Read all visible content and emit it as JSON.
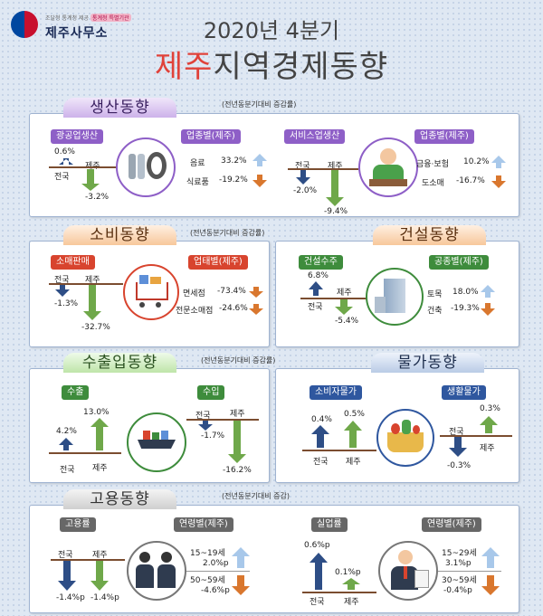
{
  "logo": {
    "ministry": "조달청 통계청 제공",
    "badge": "통계청 특별기관",
    "office": "제주사무소"
  },
  "title": {
    "line1": "2020년 4분기",
    "region": "제주",
    "rest": "지역경제동향"
  },
  "note_yoy": "(전년동분기대비 증감률)",
  "note_yoy2": "(전년동분기대비 증감)",
  "production": {
    "title": "생산동향",
    "mining": {
      "label": "광공업생산",
      "national_label": "전국",
      "jeju_label": "제주",
      "national": "0.6%",
      "jeju": "-3.2%"
    },
    "mining_ind": {
      "label": "업종별(제주)",
      "items": [
        {
          "name": "음료",
          "value": "33.2%"
        },
        {
          "name": "식료품",
          "value": "-19.2%"
        }
      ]
    },
    "service": {
      "label": "서비스업생산",
      "national_label": "전국",
      "jeju_label": "제주",
      "national": "-2.0%",
      "jeju": "-9.4%"
    },
    "service_ind": {
      "label": "업종별(제주)",
      "items": [
        {
          "name": "금융·보험",
          "value": "10.2%"
        },
        {
          "name": "도소매",
          "value": "-16.7%"
        }
      ]
    }
  },
  "consumption": {
    "title": "소비동향",
    "retail": {
      "label": "소매판매",
      "national_label": "전국",
      "jeju_label": "제주",
      "national": "-1.3%",
      "jeju": "-32.7%"
    },
    "retail_ind": {
      "label": "업태별(제주)",
      "items": [
        {
          "name": "면세점",
          "value": "-73.4%"
        },
        {
          "name": "전문소매점",
          "value": "-24.6%"
        }
      ]
    }
  },
  "construction": {
    "title": "건설동향",
    "orders": {
      "label": "건설수주",
      "national_label": "전국",
      "jeju_label": "제주",
      "national": "6.8%",
      "jeju": "-5.4%"
    },
    "orders_ind": {
      "label": "공종별(제주)",
      "items": [
        {
          "name": "토목",
          "value": "18.0%"
        },
        {
          "name": "건축",
          "value": "-19.3%"
        }
      ]
    }
  },
  "trade": {
    "title": "수출입동향",
    "export": {
      "label": "수출",
      "national_label": "전국",
      "jeju_label": "제주",
      "national": "4.2%",
      "jeju": "13.0%"
    },
    "import": {
      "label": "수입",
      "national_label": "전국",
      "jeju_label": "제주",
      "national": "-1.7%",
      "jeju": "-16.2%"
    }
  },
  "prices": {
    "title": "물가동향",
    "cpi": {
      "label": "소비자물가",
      "national_label": "전국",
      "jeju_label": "제주",
      "national": "0.4%",
      "jeju": "0.5%"
    },
    "living": {
      "label": "생활물가",
      "national_label": "전국",
      "jeju_label": "제주",
      "national": "-0.3%",
      "jeju": "0.3%"
    }
  },
  "employment": {
    "title": "고용동향",
    "rate": {
      "label": "고용률",
      "national_label": "전국",
      "jeju_label": "제주",
      "national": "-1.4%p",
      "jeju": "-1.4%p"
    },
    "rate_age": {
      "label": "연령별(제주)",
      "items": [
        {
          "name": "15~19세",
          "value": "2.0%p"
        },
        {
          "name": "50~59세",
          "value": "-4.6%p"
        }
      ]
    },
    "unemp": {
      "label": "실업률",
      "national_label": "전국",
      "jeju_label": "제주",
      "national": "0.6%p",
      "jeju": "0.1%p"
    },
    "unemp_age": {
      "label": "연령별(제주)",
      "items": [
        {
          "name": "15~29세",
          "value": "3.1%p"
        },
        {
          "name": "30~59세",
          "value": "-0.4%p"
        }
      ]
    }
  },
  "colors": {
    "up_dark": "#2e4e86",
    "up_green": "#6fa84a",
    "down_blue": "#2e4e86",
    "down_green": "#6fa84a",
    "up_light": "#a8c8ea",
    "down_orange": "#d9772e"
  }
}
